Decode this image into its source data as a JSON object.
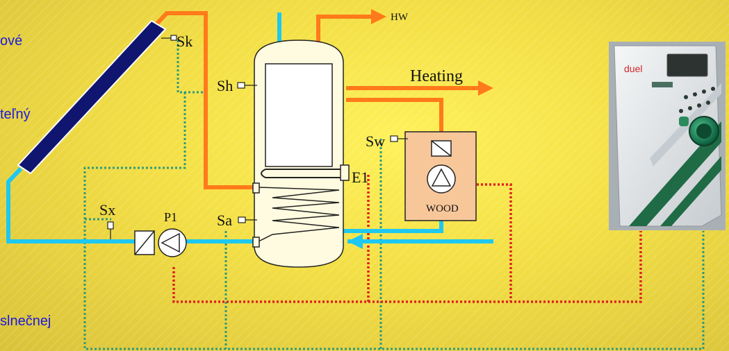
{
  "side_text": [
    "ové",
    "teľný",
    "slnečnej"
  ],
  "labels": {
    "hw": "HW",
    "heating": "Heating",
    "sk": "Sk",
    "sh": "Sh",
    "sw": "Sw",
    "e1": "E1",
    "sx": "Sx",
    "p1": "P1",
    "sa": "Sa",
    "wood": "WOOD"
  },
  "controller": {
    "brand": "duel"
  },
  "colors": {
    "hot_pipe": "#ff7a1a",
    "cold_pipe": "#1ec8f0",
    "sensor_wire": "#2f9a7a",
    "power_wire": "#e82020",
    "side_text": "#1a1adc",
    "wood_box": "#f7c79a"
  }
}
